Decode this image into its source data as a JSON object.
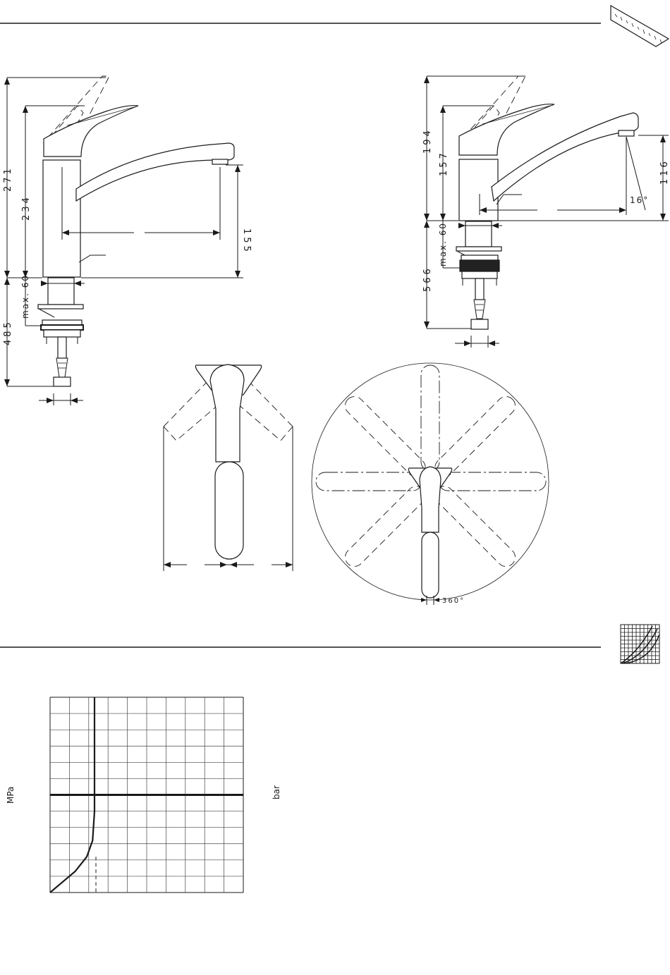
{
  "side_view_left": {
    "dimensions": {
      "total_height": "271",
      "body_height": "234",
      "spout_height": "155",
      "hole_max": "max. 60",
      "hose_length": "485"
    }
  },
  "side_view_right": {
    "dimensions": {
      "total_height": "194",
      "body_height": "157",
      "spout_rise": "116",
      "angle": "16°",
      "hole_max": "max. 60",
      "hose_length": "566"
    }
  },
  "rotation_view": {
    "angle": "360°"
  },
  "pressure_chart": {
    "left_unit": "MPa",
    "right_unit": "bar"
  },
  "chart_data": {
    "type": "line",
    "title": "",
    "xlabel": "",
    "ylabel": "MPa",
    "y2label": "bar",
    "grid": true,
    "x_divisions": 10,
    "y_divisions": 12,
    "emphasized_gridline_division": 6,
    "series": [
      {
        "values": [
          [
            0.0,
            0.0
          ],
          [
            0.6,
            0.6
          ],
          [
            1.3,
            1.3
          ],
          [
            1.9,
            2.2
          ],
          [
            2.2,
            3.2
          ],
          [
            2.3,
            5.0
          ],
          [
            2.3,
            6.0
          ],
          [
            2.3,
            12.0
          ]
        ]
      }
    ]
  }
}
